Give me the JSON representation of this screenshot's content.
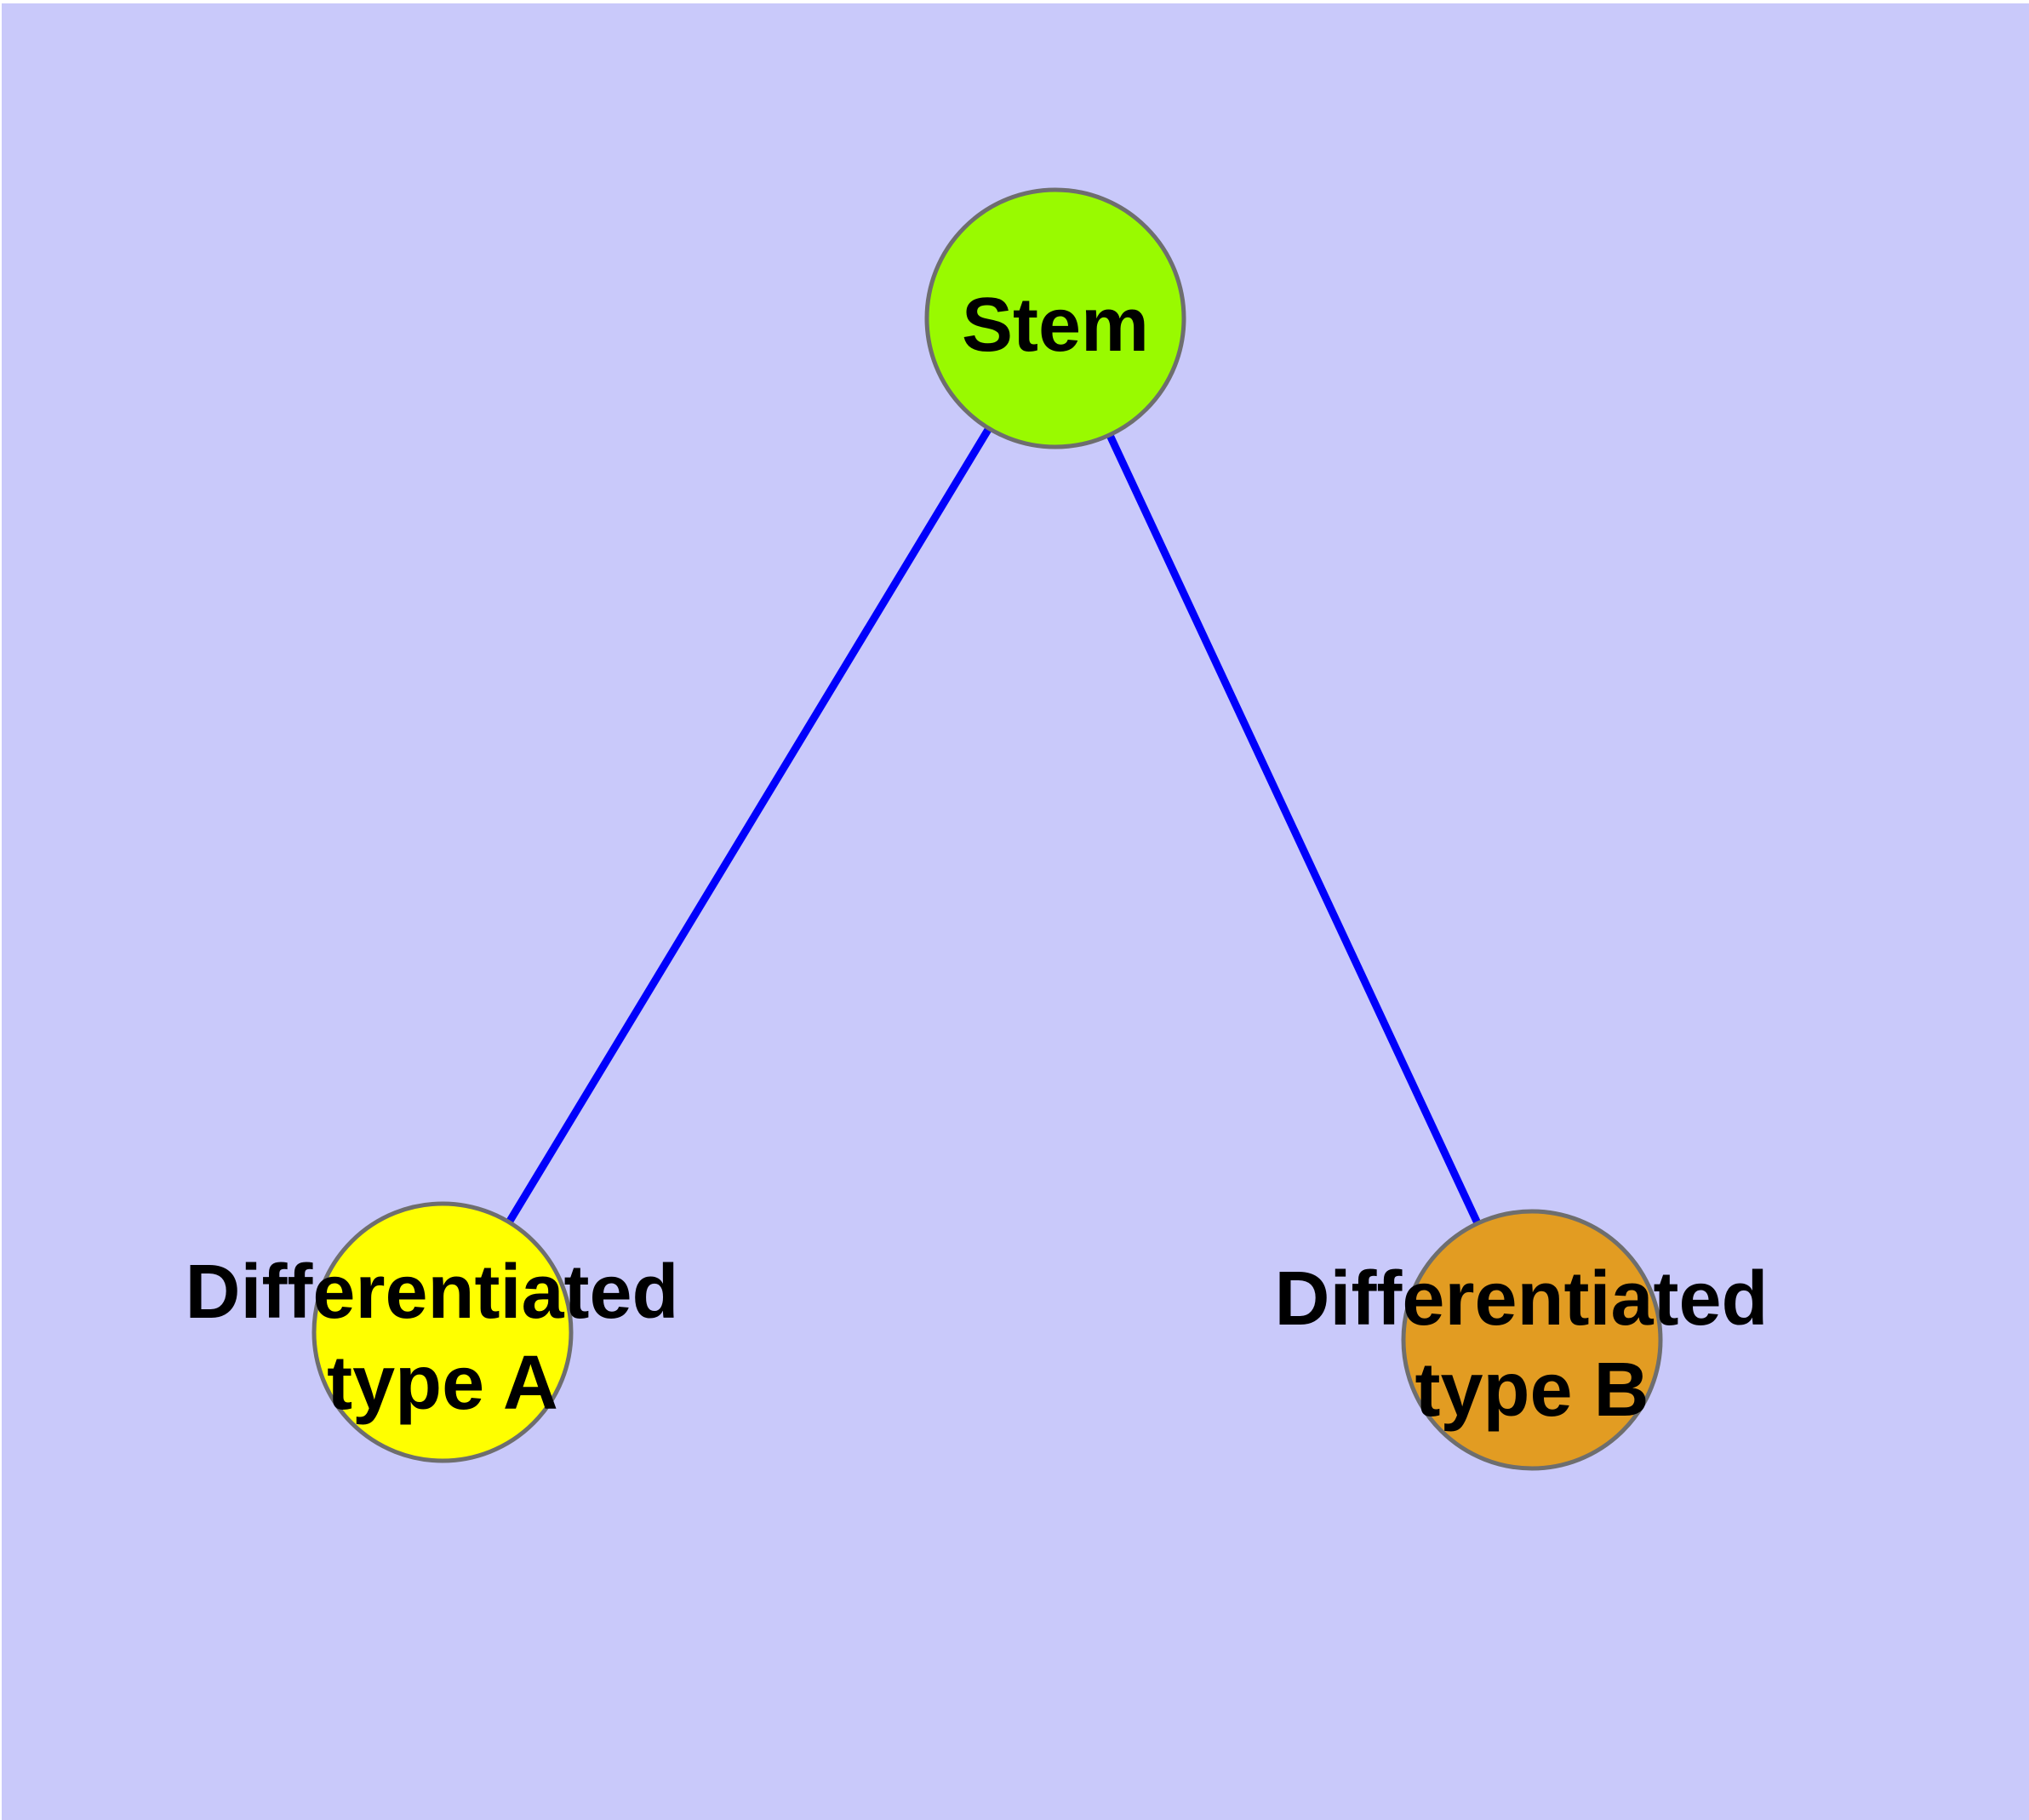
{
  "diagram": {
    "title": "Stem cell differentiation diagram",
    "canvas": {
      "background_color": "#C9C9FA",
      "page_margin_color": "#FFFFFF"
    },
    "style": {
      "edge_color": "#0000FB",
      "node_border_color": "#6E6E6E",
      "label_color": "#000000"
    },
    "nodes": [
      {
        "id": "stem",
        "label": "Stem",
        "line1": "Stem",
        "fill": "#99FA00"
      },
      {
        "id": "differentiated-type-a",
        "label": "Differentiated type A",
        "line1": "Differentiated",
        "line2": "type A",
        "fill": "#FFFF00"
      },
      {
        "id": "differentiated-type-b",
        "label": "Differentiated type B",
        "line1": "Differentiated",
        "line2": "type B",
        "fill": "#E29C22"
      }
    ],
    "edges": [
      {
        "from": "stem",
        "to": "differentiated-type-a"
      },
      {
        "from": "stem",
        "to": "differentiated-type-b"
      }
    ]
  }
}
